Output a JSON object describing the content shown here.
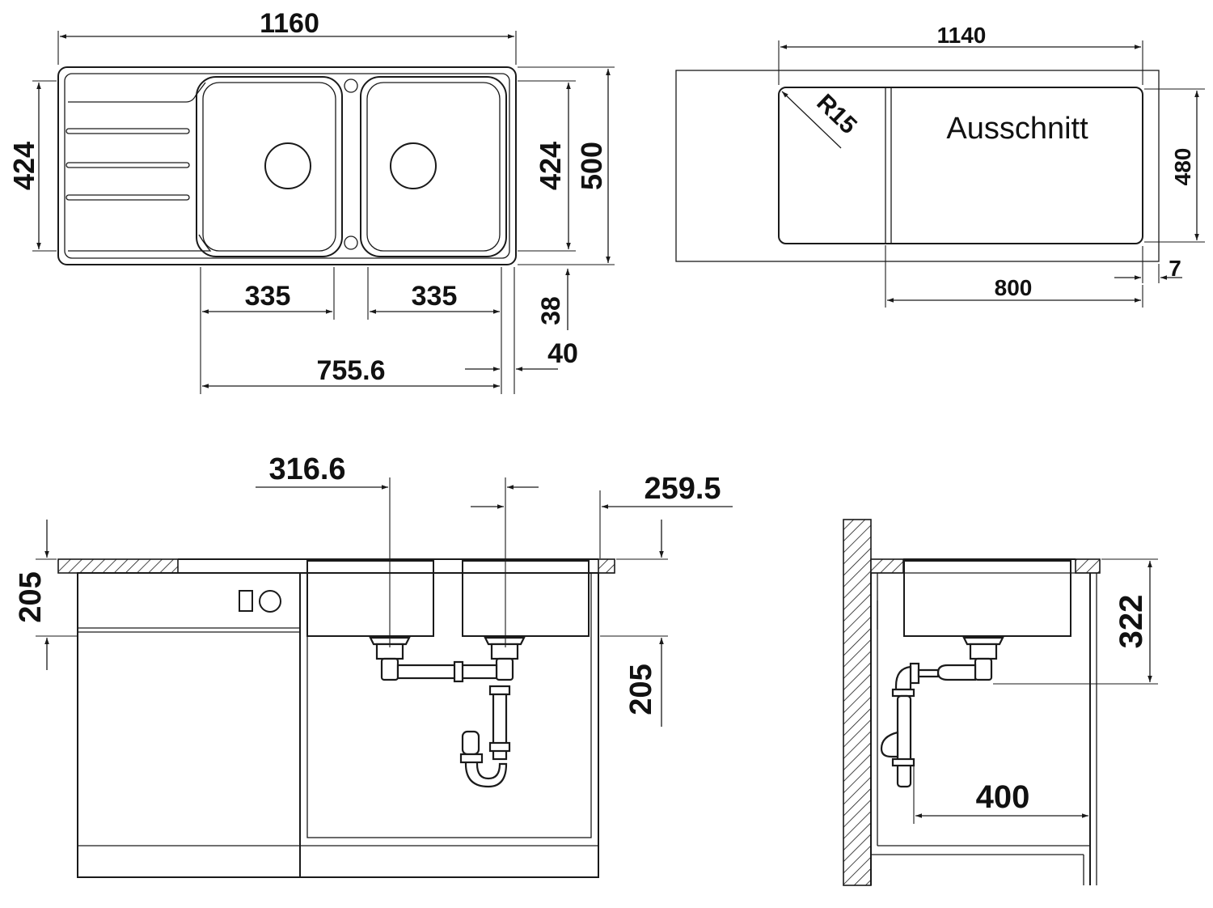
{
  "views": {
    "top": {
      "dims": {
        "width_total": "1160",
        "depth_left": "424",
        "depth_bowl": "424",
        "depth_total": "500",
        "bowl_left": "335",
        "bowl_right": "335",
        "offset_38": "38",
        "offset_40": "40",
        "bowls_span": "755.6"
      }
    },
    "cutout": {
      "label": "Ausschnitt",
      "dims": {
        "width": "1140",
        "radius": "R15",
        "depth": "480",
        "inset": "7",
        "bowl_span": "800"
      }
    },
    "front": {
      "dims": {
        "drain_offset": "316.6",
        "edge_offset": "259.5",
        "left_height": "205",
        "right_height": "205"
      }
    },
    "side": {
      "dims": {
        "height": "322",
        "depth": "400"
      }
    }
  }
}
